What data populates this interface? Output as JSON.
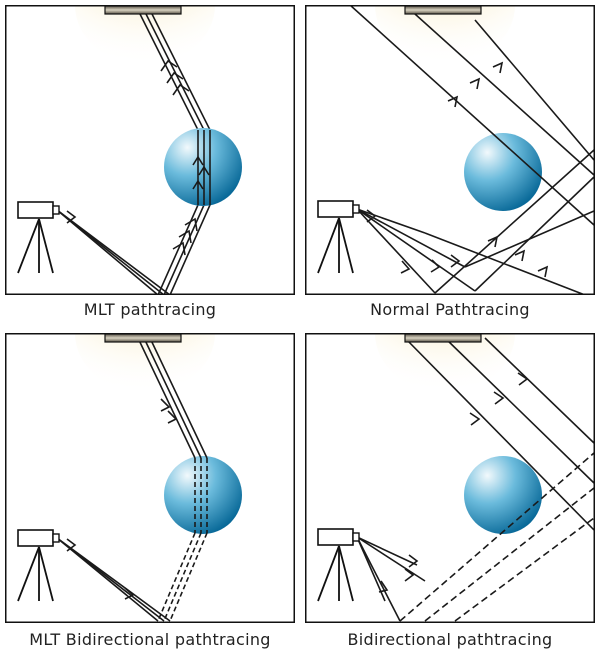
{
  "panels": [
    {
      "id": "mlt",
      "caption": "MLT pathtracing"
    },
    {
      "id": "normal",
      "caption": "Normal Pathtracing"
    },
    {
      "id": "mlt-bidir",
      "caption": "MLT Bidirectional pathtracing"
    },
    {
      "id": "bidir",
      "caption": "Bidirectional pathtracing"
    }
  ],
  "colors": {
    "frame": "#111111",
    "ray": "#1a1a1a",
    "sphere_light": "#e8f4fa",
    "sphere_dark": "#0b6e9e",
    "lamp": "#8a7f6a",
    "glow": "#f6e3a6"
  },
  "icons": [
    "light-source-icon",
    "sphere-icon",
    "camera-icon",
    "tripod-icon",
    "ray-arrow-icon"
  ]
}
